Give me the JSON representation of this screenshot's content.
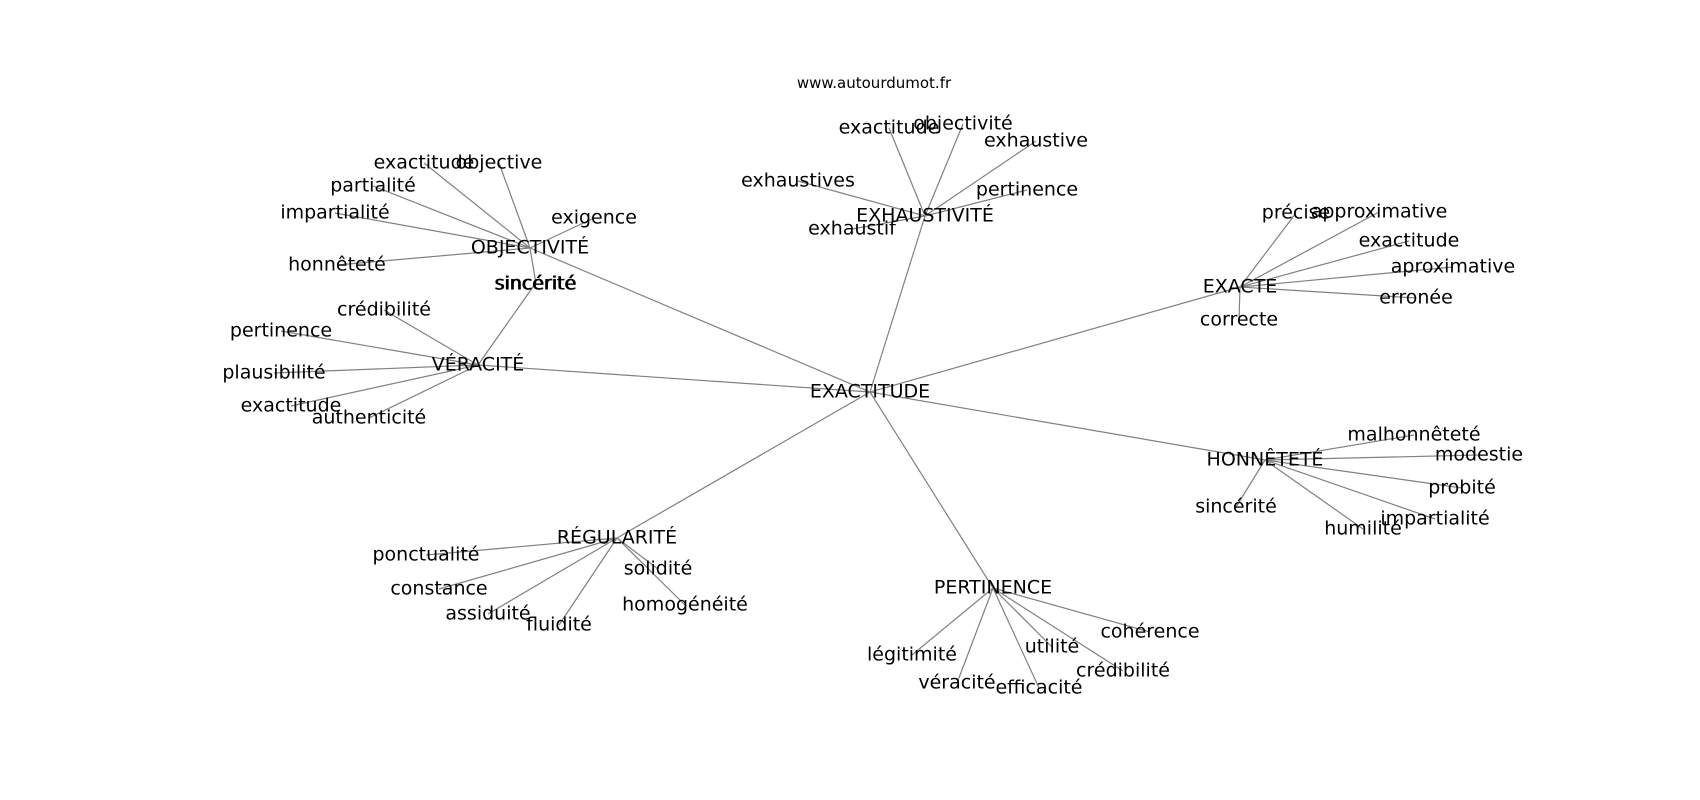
{
  "site": "www.autourdumot.fr",
  "root": "EXACTITUDE",
  "hubs": [
    {
      "id": "h1",
      "label": "OBJECTIVITÉ",
      "leaves": [
        "exactitude",
        "objective",
        "partialité",
        "impartialité",
        "honnêteté",
        "exigence",
        "sincérité"
      ]
    },
    {
      "id": "h2",
      "label": "EXHAUSTIVITÉ",
      "leaves": [
        "exactitude",
        "objectivité",
        "exhaustive",
        "exhaustives",
        "pertinence",
        "exhaustif"
      ]
    },
    {
      "id": "h3",
      "label": "EXACTE",
      "leaves": [
        "précise",
        "approximative",
        "exactitude",
        "aproximative",
        "erronée",
        "correcte"
      ]
    },
    {
      "id": "h4",
      "label": "VÉRACITÉ",
      "leaves": [
        "crédibilité",
        "pertinence",
        "plausibilité",
        "exactitude",
        "authenticité",
        "sincérité"
      ]
    },
    {
      "id": "h5",
      "label": "HONNÊTETÉ",
      "leaves": [
        "malhonnêteté",
        "modestie",
        "probité",
        "impartialité",
        "humilité",
        "sincérité"
      ]
    },
    {
      "id": "h6",
      "label": "RÉGULARITÉ",
      "leaves": [
        "ponctualité",
        "constance",
        "assiduité",
        "fluidité",
        "solidité",
        "homogénéité"
      ]
    },
    {
      "id": "h7",
      "label": "PERTINENCE",
      "leaves": [
        "légitimité",
        "véracité",
        "efficacité",
        "utilité",
        "crédibilité",
        "cohérence"
      ]
    }
  ]
}
